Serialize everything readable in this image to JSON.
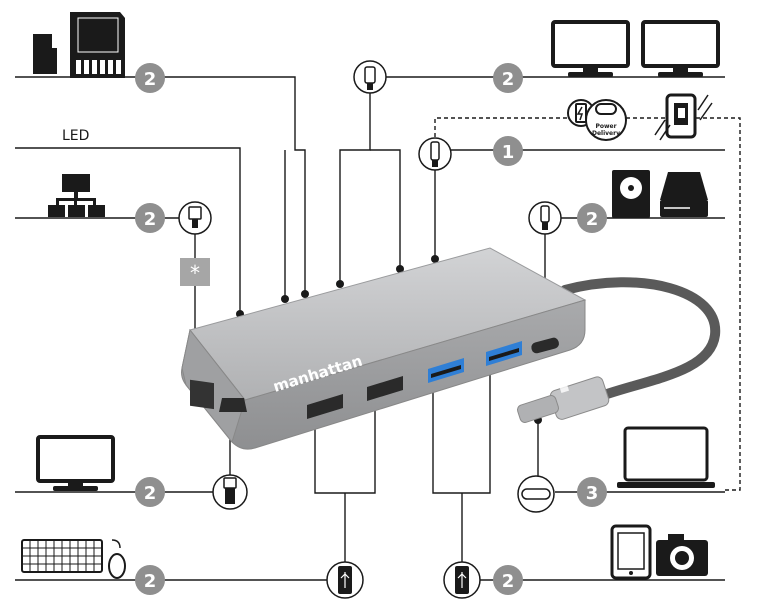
{
  "labels": {
    "led": "LED",
    "brand": "manhattan",
    "power_delivery_line1": "Power",
    "power_delivery_line2": "Delivery",
    "asterisk": "*"
  },
  "badges": {
    "sd_cards": "2",
    "hdmi_monitors": "2",
    "usb_c_power": "1",
    "ethernet": "2",
    "usb_c_storage": "2",
    "hdmi_bottom": "2",
    "laptop": "3",
    "keyboard_mouse": "2",
    "usb_a_right": "2"
  },
  "icons": [
    "sd-card-icon",
    "microsd-card-icon",
    "monitor-icon",
    "network-icon",
    "battery-icon",
    "power-delivery-icon",
    "phone-charging-icon",
    "hard-drive-icon",
    "external-drive-icon",
    "laptop-icon",
    "keyboard-icon",
    "mouse-icon",
    "tablet-icon",
    "camera-icon",
    "usb-plug-icon",
    "usb-c-plug-icon",
    "hdmi-plug-icon",
    "ethernet-plug-icon"
  ],
  "colors": {
    "badge_fill": "#8f8f8f",
    "hub_body": "#b9babc",
    "hub_top": "#c9cacc",
    "usb3_blue": "#2f7fd6",
    "line": "#1a1a1a"
  }
}
